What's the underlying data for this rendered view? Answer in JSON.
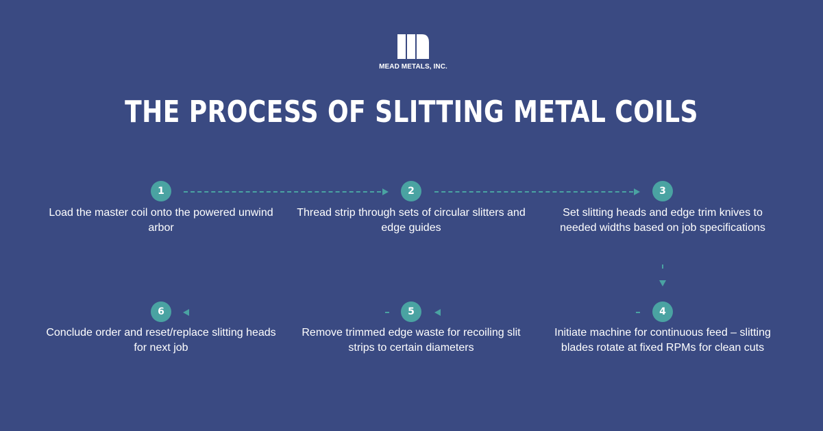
{
  "logo": {
    "company_name": "MEAD METALS, INC."
  },
  "title": "THE PROCESS OF SLITTING METAL COILS",
  "colors": {
    "background": "#3a4a82",
    "accent": "#4aa3a2",
    "text": "#ffffff"
  },
  "steps": [
    {
      "number": "1",
      "text": "Load the master coil onto the powered unwind arbor"
    },
    {
      "number": "2",
      "text": "Thread strip through sets of circular slitters and edge guides"
    },
    {
      "number": "3",
      "text": "Set slitting heads and edge trim knives to needed widths based on job specifications"
    },
    {
      "number": "4",
      "text": "Initiate machine for continuous feed – slitting blades rotate at fixed RPMs for clean cuts"
    },
    {
      "number": "5",
      "text": "Remove trimmed edge waste for recoiling slit strips to certain diameters"
    },
    {
      "number": "6",
      "text": "Conclude order and reset/replace slitting heads for next job"
    }
  ]
}
